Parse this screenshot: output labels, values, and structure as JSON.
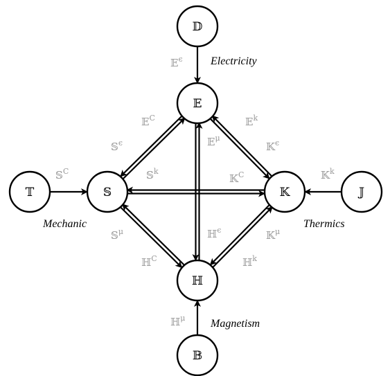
{
  "nodes": {
    "D": "𝔻",
    "E": "𝔼",
    "S": "𝕊",
    "K": "𝕂",
    "T": "𝕋",
    "J": "𝕁",
    "H": "ℍ",
    "B": "𝔹"
  },
  "edge_labels": {
    "E_eps": {
      "base": "𝔼",
      "sup": "ϵ"
    },
    "E_C": {
      "base": "𝔼",
      "sup": "C"
    },
    "S_eps": {
      "base": "𝕊",
      "sup": "ϵ"
    },
    "E_mu": {
      "base": "𝔼",
      "sup": "μ"
    },
    "E_k": {
      "base": "𝔼",
      "sup": "k"
    },
    "K_eps": {
      "base": "𝕂",
      "sup": "ϵ"
    },
    "S_C": {
      "base": "𝕊",
      "sup": "C"
    },
    "S_k": {
      "base": "𝕊",
      "sup": "k"
    },
    "K_C": {
      "base": "𝕂",
      "sup": "C"
    },
    "K_k": {
      "base": "𝕂",
      "sup": "k"
    },
    "S_mu": {
      "base": "𝕊",
      "sup": "μ"
    },
    "H_eps": {
      "base": "ℍ",
      "sup": "ϵ"
    },
    "K_mu": {
      "base": "𝕂",
      "sup": "μ"
    },
    "H_C": {
      "base": "ℍ",
      "sup": "C"
    },
    "H_k": {
      "base": "ℍ",
      "sup": "k"
    },
    "H_mu": {
      "base": "ℍ",
      "sup": "μ"
    }
  },
  "fields": {
    "electricity": "Electricity",
    "mechanic": "Mechanic",
    "thermics": "Thermics",
    "magnetism": "Magnetism"
  },
  "colors": {
    "stroke": "#000000",
    "label": "#9a9a9a"
  }
}
